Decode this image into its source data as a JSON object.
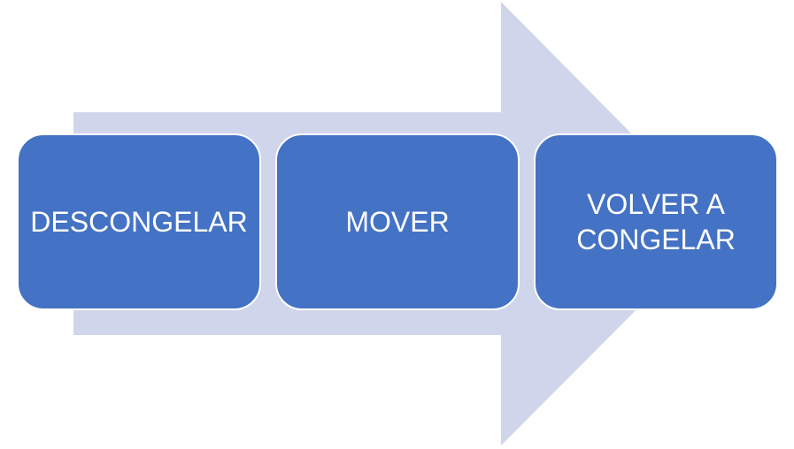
{
  "colors": {
    "box_fill": "#4472C4",
    "arrow_fill": "#CFD5EA",
    "text": "#FFFFFF"
  },
  "steps": [
    {
      "label": "DESCONGELAR"
    },
    {
      "label": "MOVER"
    },
    {
      "label": "VOLVER A CONGELAR"
    }
  ]
}
